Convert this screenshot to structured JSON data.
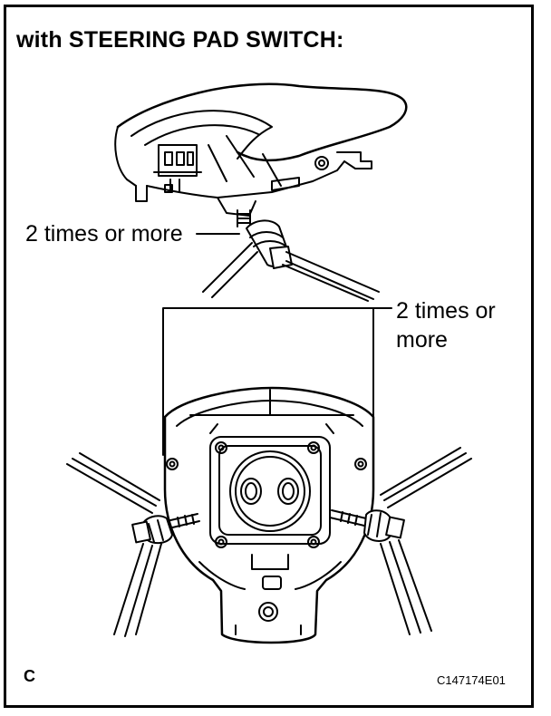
{
  "header": {
    "title": "with STEERING PAD SWITCH:"
  },
  "callouts": {
    "top_text": "2 times or more",
    "right_line1": "2 times or",
    "right_line2": "more"
  },
  "footer": {
    "corner_letter": "C",
    "figure_code": "C147174E01"
  }
}
